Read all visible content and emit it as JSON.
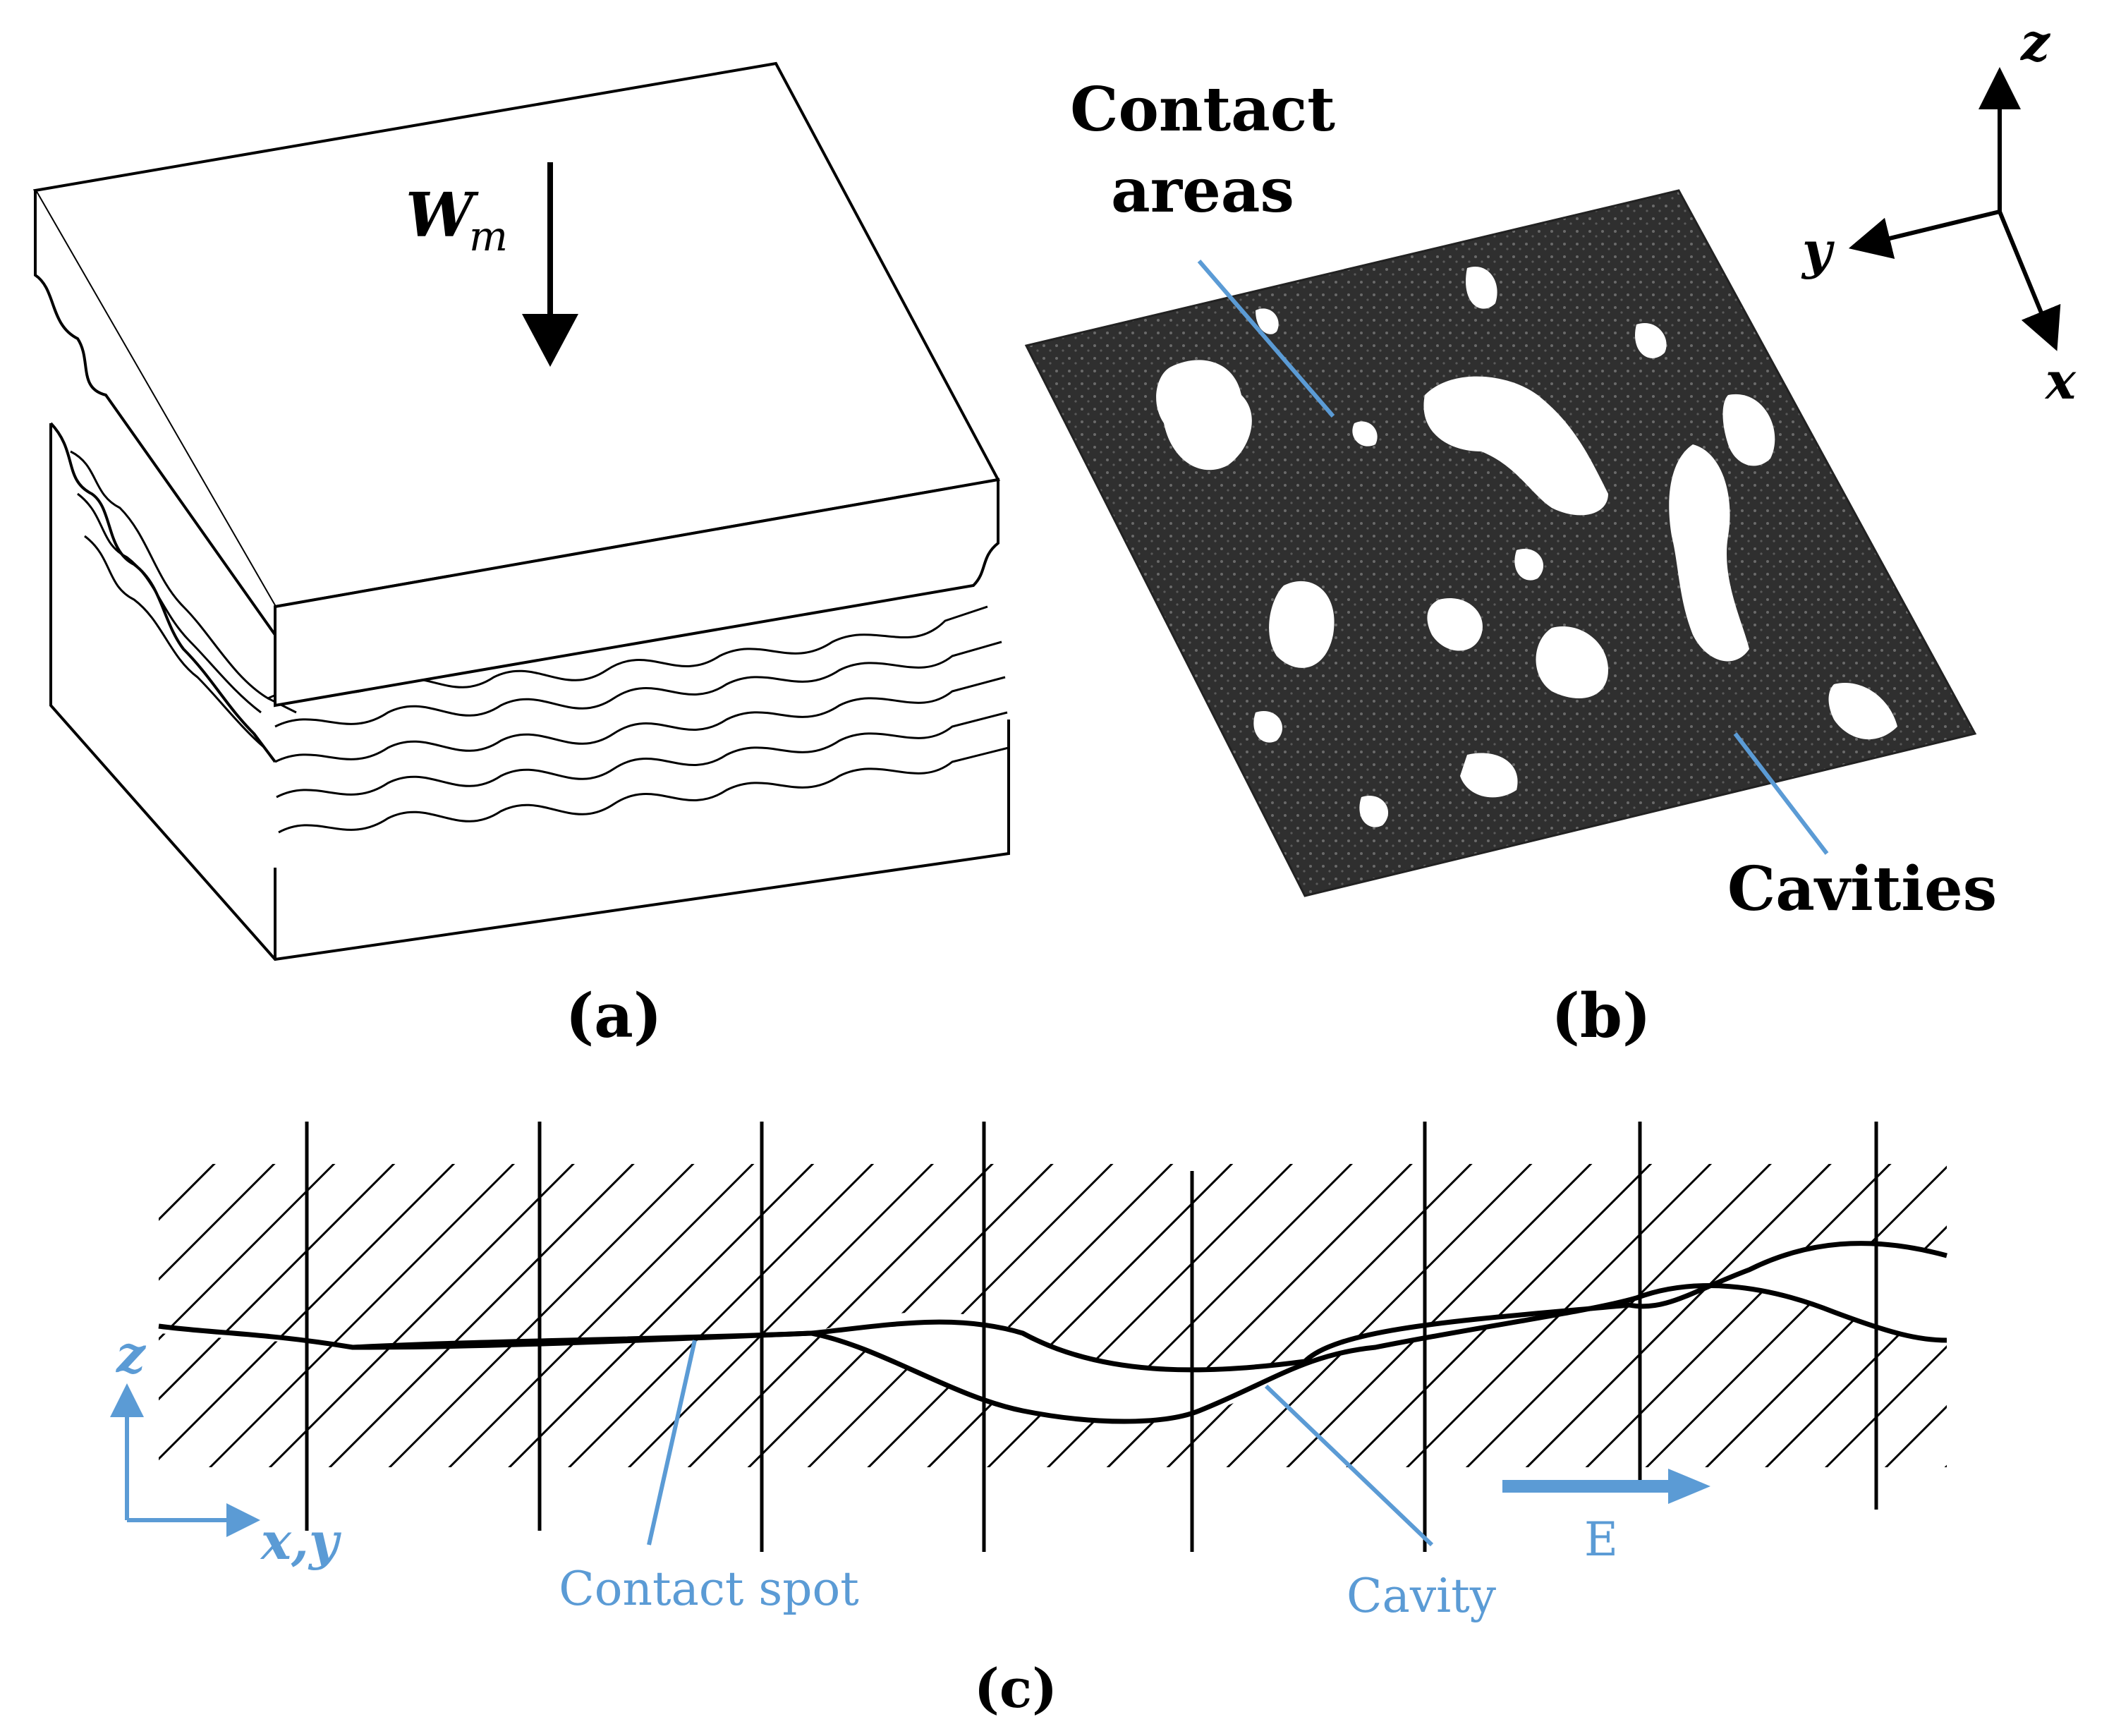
{
  "panel_a": {
    "caption": "(a)",
    "load_symbol": "W",
    "load_subscript": "m"
  },
  "panel_b": {
    "caption": "(b)",
    "contact_label_line1": "Contact",
    "contact_label_line2": "areas",
    "cavities_label": "Cavities",
    "axes": {
      "z": "z",
      "y": "y",
      "x": "x"
    }
  },
  "panel_c": {
    "caption": "(c)",
    "axis_z": "z",
    "axis_xy": "x,y",
    "contact_spot_label": "Contact spot",
    "cavity_label": "Cavity",
    "field_label": "E"
  },
  "colors": {
    "annotation_blue": "#5b9bd5",
    "ink": "#000000",
    "surface_dark": "#2f2f2f"
  }
}
